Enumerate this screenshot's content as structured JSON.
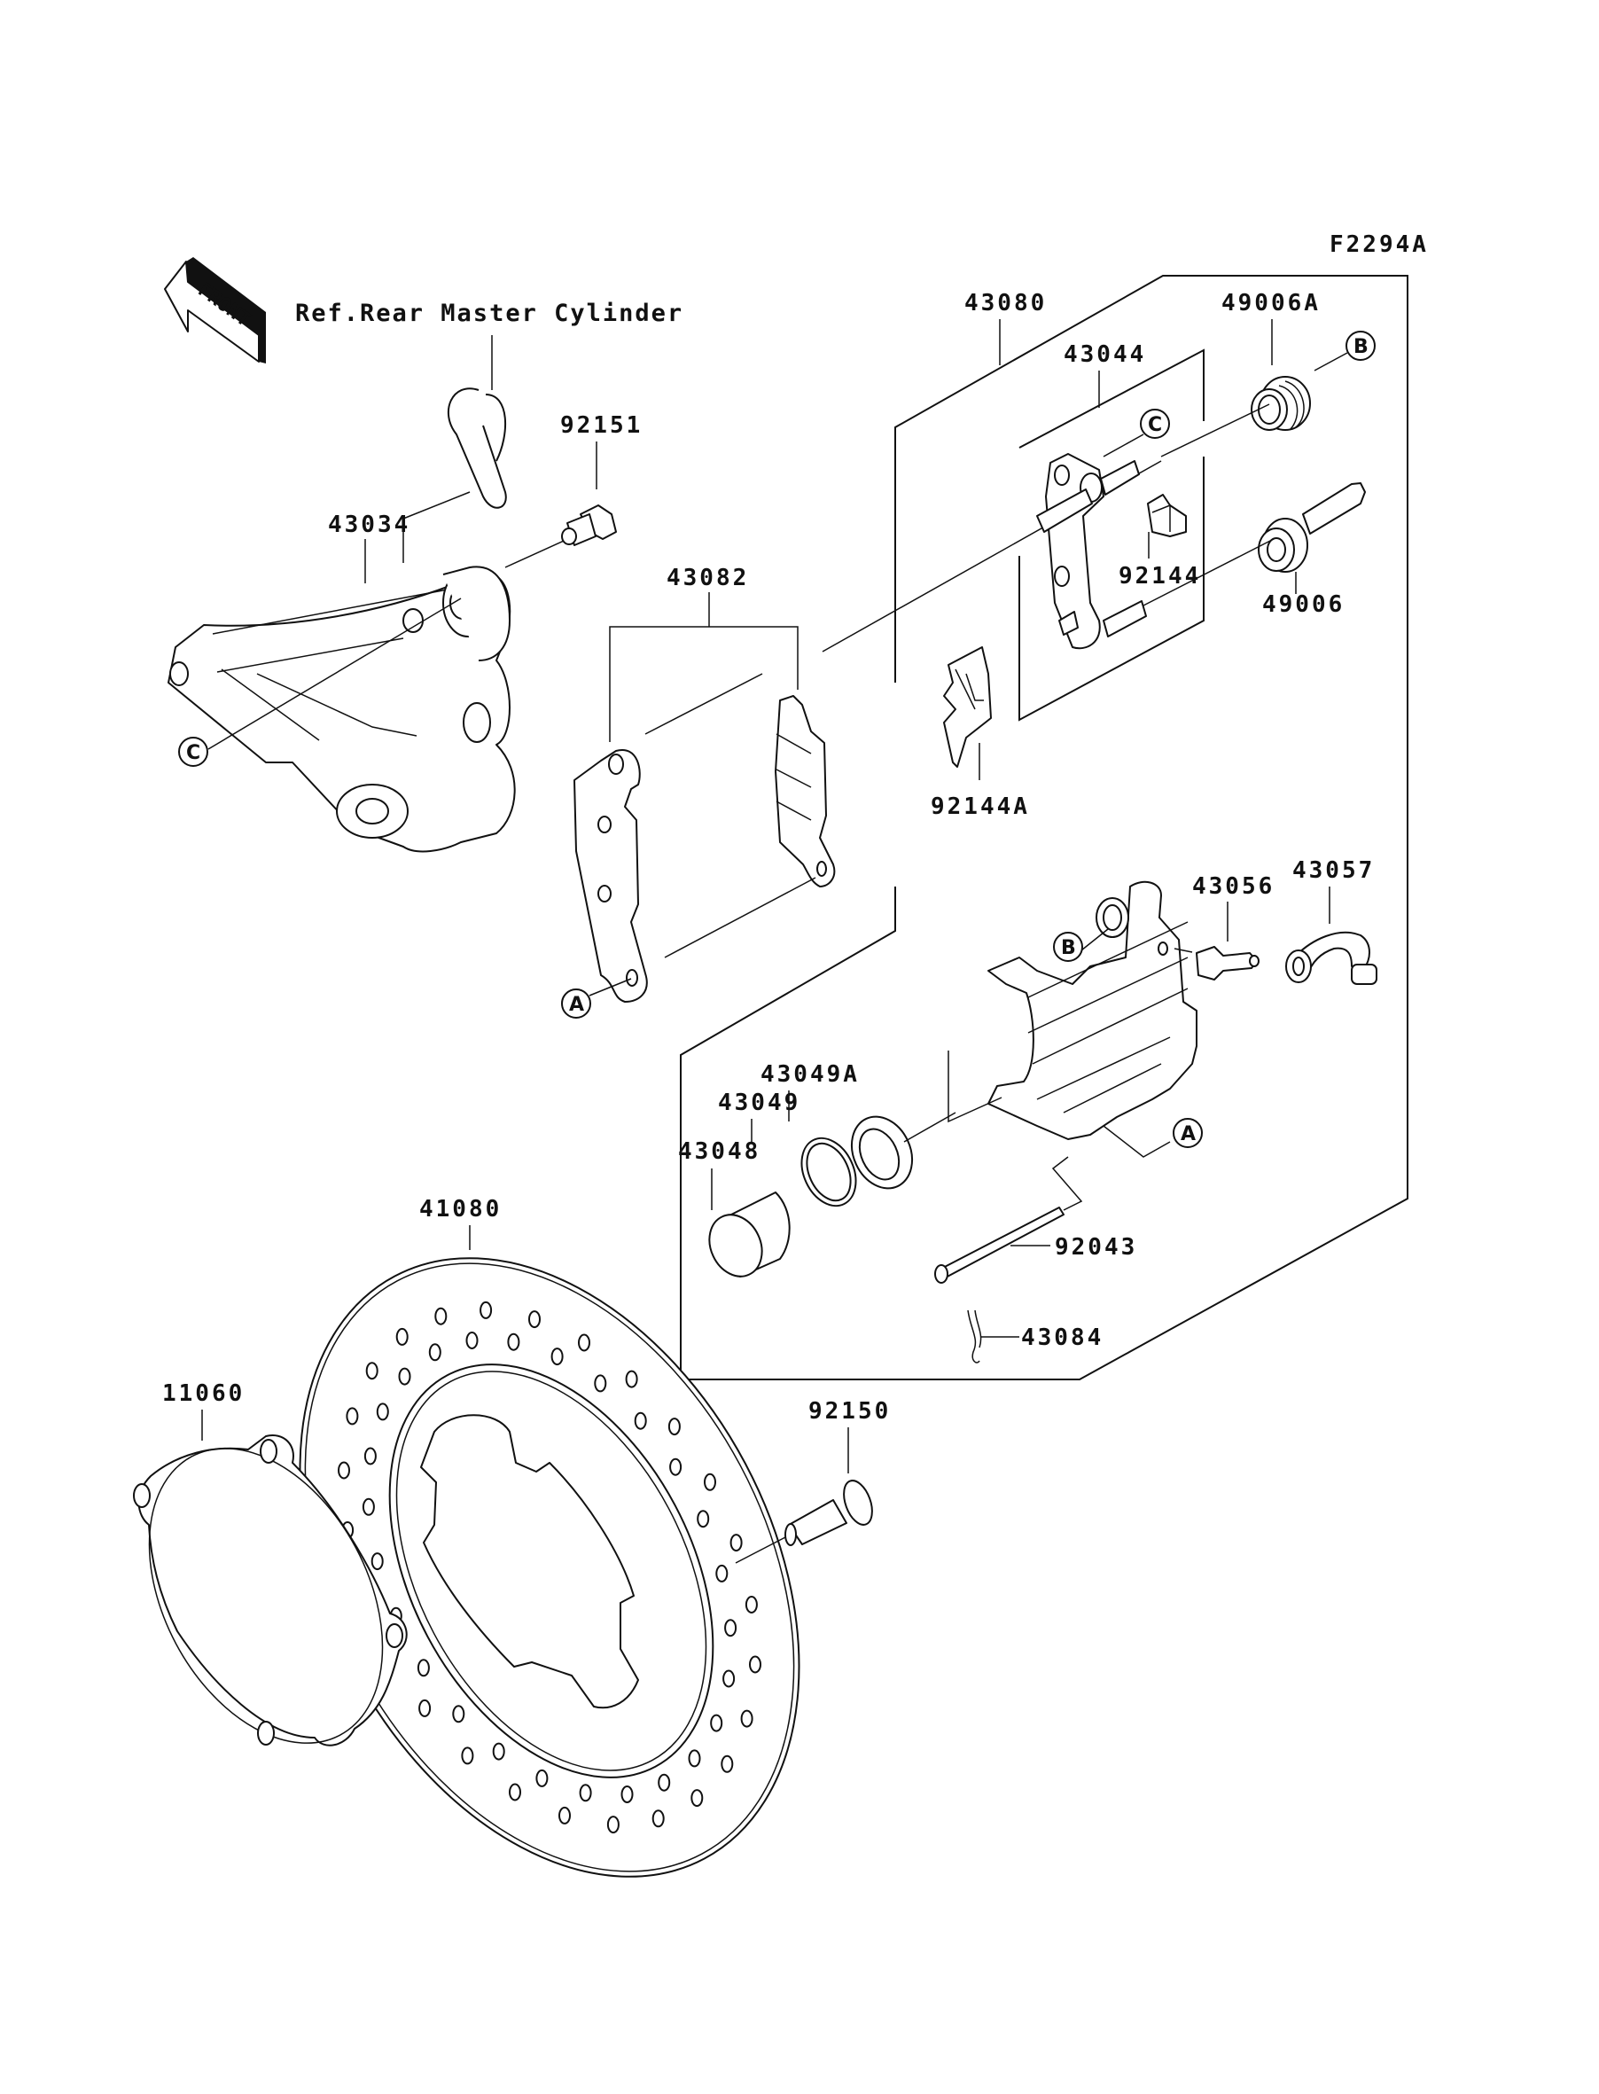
{
  "diagram": {
    "title": "Rear Brake Caliper / Disc Parts Diagram",
    "figure_code": "F2294A",
    "front_indicator": "FRONT",
    "reference_note": "Ref.Rear Master Cylinder"
  },
  "parts": [
    {
      "id": "43034",
      "label": "43034",
      "description": "caliper bracket"
    },
    {
      "id": "92151",
      "label": "92151",
      "description": "bolt"
    },
    {
      "id": "43080",
      "label": "43080",
      "description": "caliper assembly"
    },
    {
      "id": "43044",
      "label": "43044",
      "description": "caliper holder"
    },
    {
      "id": "49006A",
      "label": "49006A",
      "description": "boot"
    },
    {
      "id": "49006",
      "label": "49006",
      "description": "boot"
    },
    {
      "id": "92144",
      "label": "92144",
      "description": "spring"
    },
    {
      "id": "43082",
      "label": "43082",
      "description": "brake pad set"
    },
    {
      "id": "92144A",
      "label": "92144A",
      "description": "pad spring"
    },
    {
      "id": "43056",
      "label": "43056",
      "description": "bleed valve"
    },
    {
      "id": "43057",
      "label": "43057",
      "description": "valve cap"
    },
    {
      "id": "43049A",
      "label": "43049A",
      "description": "dust seal"
    },
    {
      "id": "43049",
      "label": "43049",
      "description": "piston seal"
    },
    {
      "id": "43048",
      "label": "43048",
      "description": "piston"
    },
    {
      "id": "92043",
      "label": "92043",
      "description": "pad pin"
    },
    {
      "id": "43084",
      "label": "43084",
      "description": "clip"
    },
    {
      "id": "41080",
      "label": "41080",
      "description": "brake disc"
    },
    {
      "id": "92150",
      "label": "92150",
      "description": "disc bolt"
    },
    {
      "id": "11060",
      "label": "11060",
      "description": "gasket"
    }
  ],
  "callouts": {
    "A": "A",
    "B": "B",
    "C": "C"
  }
}
